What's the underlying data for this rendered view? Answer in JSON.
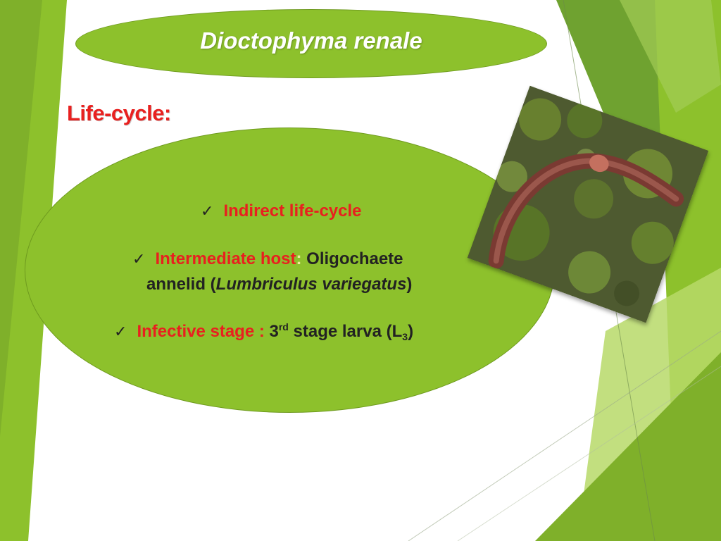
{
  "slide": {
    "title": "Dioctophyma renale",
    "heading": "Life-cycle:",
    "bullets": {
      "b1": {
        "label": "Indirect life-cycle"
      },
      "b2": {
        "label": "Intermediate host",
        "sep": ":",
        "value_part1": " Oligochaete",
        "value_line2_start": "annelid (",
        "value_italic": "Lumbriculus variegatus",
        "value_line2_end": ")"
      },
      "b3": {
        "label": "Infective stage :",
        "num": " 3",
        "sup": "rd",
        "rest": " stage larva (L",
        "sub": "3",
        "end": ")"
      }
    },
    "check_glyph": "✓"
  },
  "colors": {
    "accent_green": "#8dc12c",
    "red": "#e8201f",
    "dark_green": "#5f8f2a",
    "light_green": "#b7d968"
  },
  "image": {
    "subject": "earthworm-photo"
  }
}
